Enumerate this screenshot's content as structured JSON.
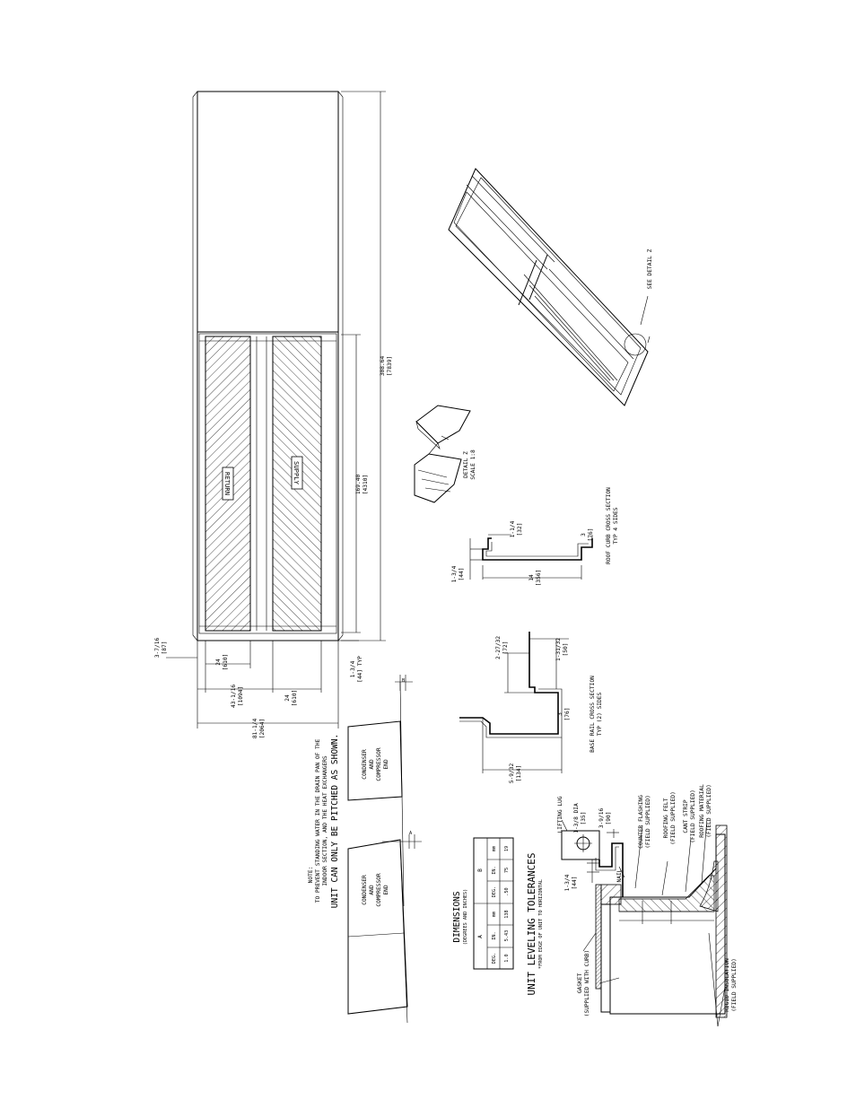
{
  "plan": {
    "return_label": "RETURN",
    "supply_label": "SUPPLY",
    "dim_overall_len_in": "308.64",
    "dim_overall_len_mm": "[7839]",
    "dim_curb_len_in": "169.40",
    "dim_curb_len_mm": "[4310]",
    "dim_edge_in": "3-7/16",
    "dim_edge_mm": "[87]",
    "dim_return_w_in": "24",
    "dim_return_w_mm": "[610]",
    "dim_center_in": "43-1/16",
    "dim_center_mm": "[1094]",
    "dim_supply_w_in": "24",
    "dim_supply_w_mm": "[610]",
    "dim_overall_w_in": "81-1/4",
    "dim_overall_w_mm": "[2064]",
    "dim_typ_in": "1-3/4",
    "dim_typ_mm": "[44] TYP"
  },
  "iso": {
    "see_detail": "SEE DETAIL  Z",
    "detail_title": "DETAIL  Z",
    "detail_scale": "SCALE  1:8"
  },
  "roof_curb": {
    "title": "ROOF CURB CROSS SECTION",
    "subtitle": "TYP 4 SIDES",
    "d1_in": "1-1/4",
    "d1_mm": "[32]",
    "d2_in": "3",
    "d2_mm": "[76]",
    "d3_in": "1-3/4",
    "d3_mm": "[44]",
    "d4_in": "14",
    "d4_mm": "[356]"
  },
  "base_rail": {
    "title": "BASE RAIL CROSS SECTION",
    "subtitle": "TYP (2) SIDES",
    "d1_in": "2-27/32",
    "d1_mm": "[72]",
    "d2_in": "1-31/32",
    "d2_mm": "[50]",
    "d3_in": "3",
    "d3_mm": "[76]",
    "d4_in": "5-9/32",
    "d4_mm": "[134]"
  },
  "pitch": {
    "note_line1": "NOTE:",
    "note_line2": "TO PREVENT STANDING WATER IN THE DRAIN PAN OF THE",
    "note_line3": "INDOOR SECTION, AND THE HEAT EXCHANGERS",
    "note_line4": "UNIT CAN ONLY BE PITCHED AS SHOWN.",
    "box_line1": "CONDENSER",
    "box_line2": "AND",
    "box_line3": "COMPRESSOR",
    "box_line4": "END",
    "angle_a": "A",
    "angle_b": "B"
  },
  "tolerance": {
    "title": "DIMENSIONS",
    "subtitle": "(DEGREES AND INCHES)",
    "footer": "UNIT LEVELING TOLERANCES",
    "footnote": "*FROM EDGE OF UNIT TO HORIZONTAL",
    "groups": [
      "A",
      "B"
    ],
    "headers": [
      "DEG.",
      "IN.",
      "mm",
      "DEG.",
      "IN.",
      "mm"
    ],
    "row": [
      "1.0",
      "5.43",
      "138",
      ".50",
      "75",
      "19"
    ]
  },
  "flashing": {
    "lifting_lug": "LIFTING LUG",
    "lug_dia_in": "1-3/8 DIA",
    "lug_dia_mm": "[35]",
    "lug_h_in": "3-9/16",
    "lug_h_mm": "[90]",
    "curb_h_in": "1-3/4",
    "curb_h_mm": "[44]",
    "nail": "NAIL",
    "counter_flashing_1": "COUNTER FLASHING",
    "counter_flashing_2": "(FIELD SUPPLIED)",
    "roof_felt_1": "ROOFING FELT",
    "roof_felt_2": "(FIELD SUPPLIED)",
    "cant_strip_1": "CANT STRIP",
    "cant_strip_2": "(FIELD SUPPLIED)",
    "roof_mat_1": "ROOFING MATERIAL",
    "roof_mat_2": "(FIELD SUPPLIED)",
    "gasket_1": "GASKET",
    "gasket_2": "(SUPPLIED WITH CURB)",
    "rigid_1": "RIGID INSULATION",
    "rigid_2": "(FIELD SUPPLIED)"
  }
}
